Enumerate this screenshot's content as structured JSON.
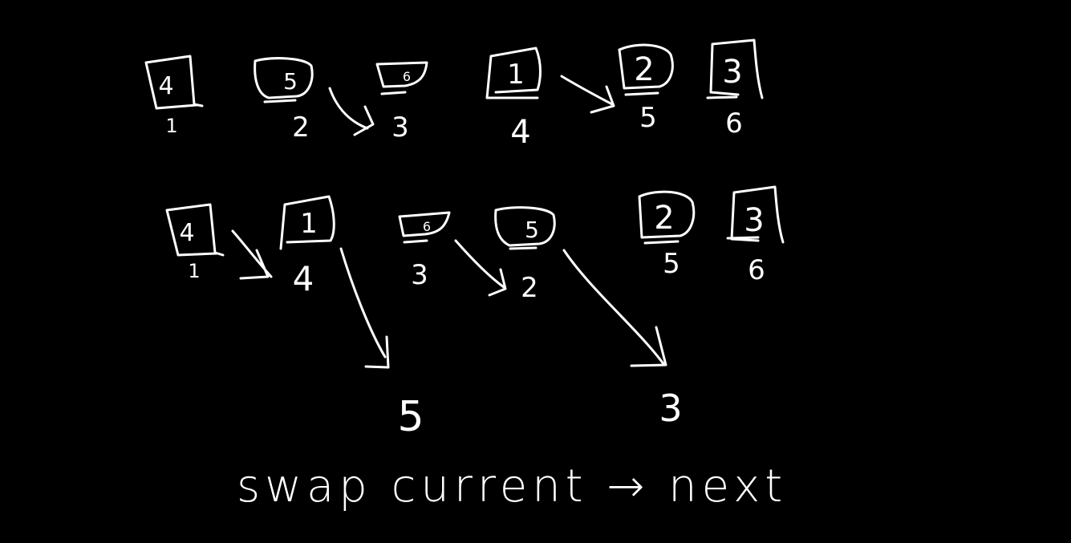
{
  "canvas": {
    "background": "#000000",
    "ink": "#ffffff"
  },
  "row1": {
    "cards": [
      {
        "value": "4",
        "index": "1"
      },
      {
        "value": "5",
        "index": "2"
      },
      {
        "value": "6",
        "index": "3"
      },
      {
        "value": "1",
        "index": "4"
      },
      {
        "value": "2",
        "index": "5"
      },
      {
        "value": "3",
        "index": "6"
      }
    ]
  },
  "row2": {
    "cards": [
      {
        "value": "4",
        "index": "1"
      },
      {
        "value": "1",
        "index": "4"
      },
      {
        "value": "6",
        "index": "3"
      },
      {
        "value": "5",
        "index": "2"
      },
      {
        "value": "2",
        "index": "5"
      },
      {
        "value": "3",
        "index": "6"
      }
    ],
    "drops": [
      "5",
      "3"
    ]
  },
  "caption": {
    "text": "swap  current → next"
  }
}
